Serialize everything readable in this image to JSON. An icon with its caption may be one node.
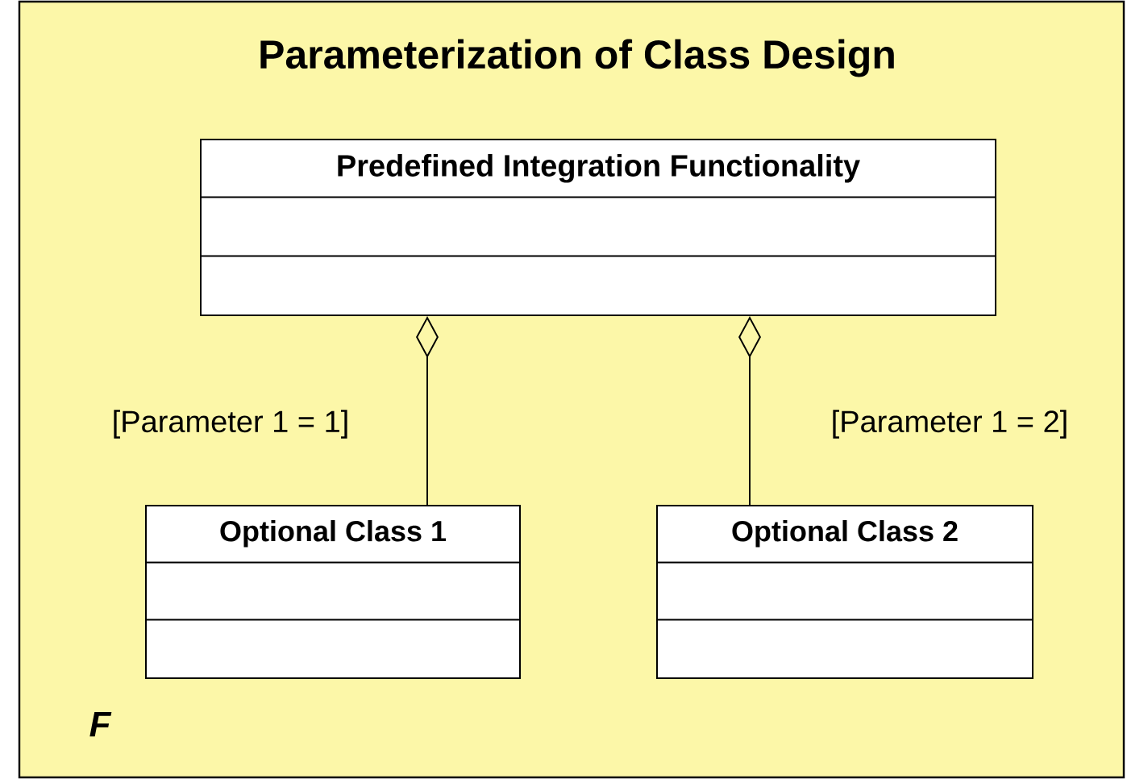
{
  "diagram": {
    "title": "Parameterization of Class Design",
    "nodes": [
      {
        "text": [
          "Predefined Integration Functionality"
        ]
      },
      {
        "text": [
          "Optional Class 1"
        ]
      },
      {
        "text": [
          "Optional Class 2"
        ]
      }
    ],
    "edges": [
      {
        "from": 1,
        "to": 0,
        "arrow": "other",
        "label": "[Parameter 1 = 1]"
      },
      {
        "from": 2,
        "to": 0,
        "arrow": "other",
        "label": "[Parameter 1 = 2]"
      }
    ],
    "labels": [
      "F"
    ]
  }
}
